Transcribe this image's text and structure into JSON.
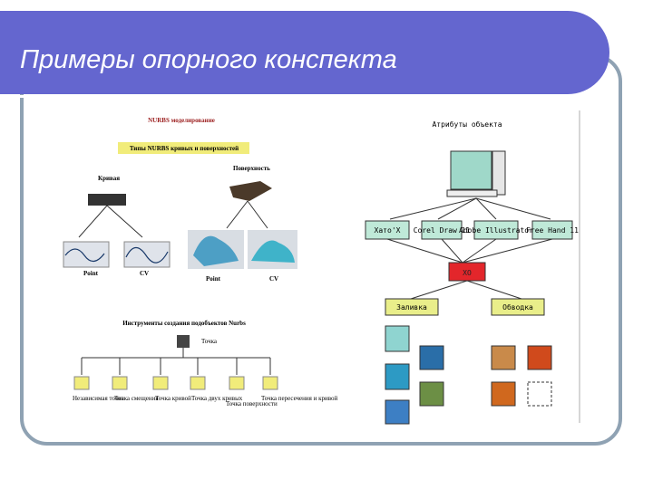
{
  "slide": {
    "title": "Примеры опорного конспекта"
  },
  "left_diagram": {
    "heading": "NURBS моделирование",
    "subheading": "Типы NURBS кривых и поверхностей",
    "curve_label": "Кривая",
    "surface_label": "Поверхность",
    "curve_point": "Point",
    "curve_cv": "CV",
    "surface_point": "Point",
    "surface_cv": "CV",
    "tools_heading": "Инструменты создания подобъектов Nurbs",
    "point_label": "Точка",
    "tools": [
      "Независимая точка",
      "Точка смещения",
      "Точка кривой",
      "Точка двух кривых",
      "Точка поверхности",
      "Точка пересечения и кривой"
    ],
    "colors": {
      "accent_box": "#f1ec7a",
      "dark_bar": "#333333"
    }
  },
  "right_diagram": {
    "heading": "Атрибуты объекта",
    "programs": [
      "Хато'Х",
      "Corel Draw 11",
      "Adobe Illustrator",
      "Free Hand 11"
    ],
    "center_label": "ХО",
    "fill_label": "Заливка",
    "stroke_label": "Обводка",
    "colors": {
      "program_box": "#bfe9d8",
      "center_box": "#e3262b",
      "attr_box": "#e9ee8a"
    }
  }
}
